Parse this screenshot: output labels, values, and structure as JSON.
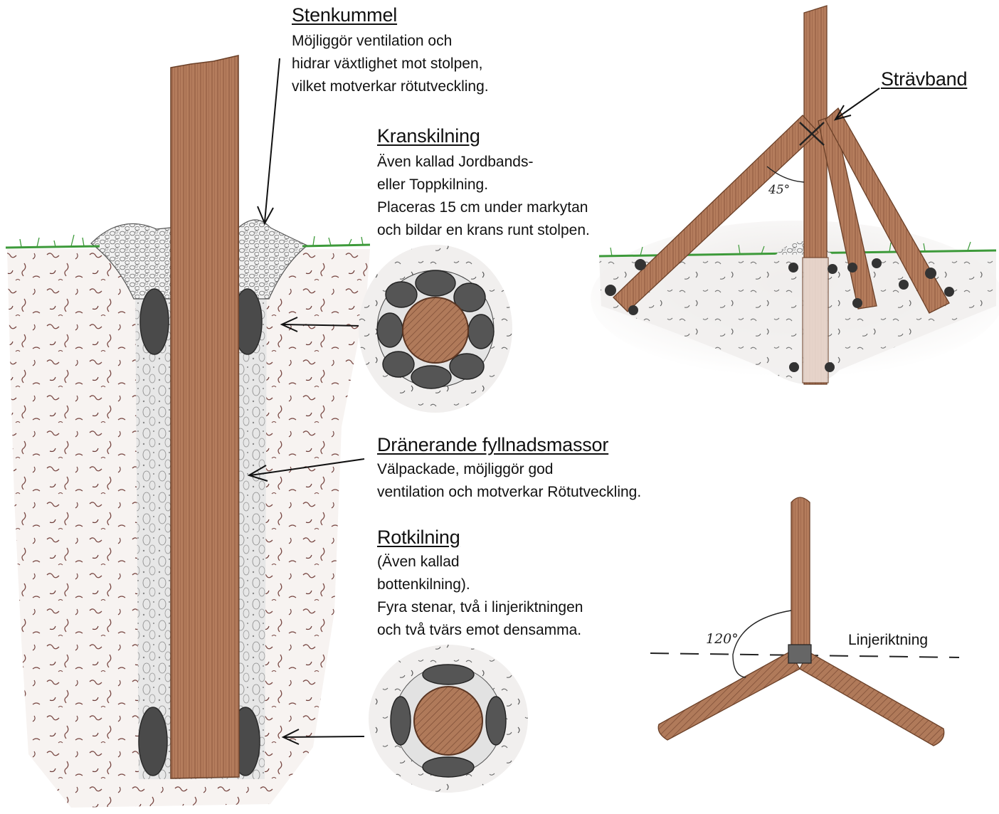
{
  "labels": {
    "stenkummel": {
      "title": "Stenkummel",
      "lines": [
        "Möjliggör ventilation och",
        "hidrar växtlighet mot stolpen,",
        "vilket motverkar rötutveckling."
      ]
    },
    "kranskilning": {
      "title": "Kranskilning",
      "lines": [
        "Även kallad Jordbands-",
        "eller Toppkilning.",
        "Placeras 15 cm under markytan",
        "och bildar en krans runt stolpen."
      ]
    },
    "dranerande": {
      "title": "Dränerande fyllnadsmassor",
      "lines": [
        "Välpackade, möjliggör god",
        "ventilation och motverkar Rötutveckling."
      ]
    },
    "rotkilning": {
      "title": "Rotkilning",
      "lines": [
        "(Även kallad",
        "bottenkilning).",
        "Fyra stenar, två i linjeriktningen",
        "och två tvärs emot densamma."
      ]
    },
    "stravband": "Strävband",
    "linjeriktning": "Linjeriktning",
    "angle45": "45°",
    "angle120": "120°"
  },
  "colors": {
    "wood": "#a06a4e",
    "wood_dark": "#7a4a33",
    "stone": "#5e5e5e",
    "grass": "#3d9a3a",
    "soil": "#7a4a45"
  }
}
